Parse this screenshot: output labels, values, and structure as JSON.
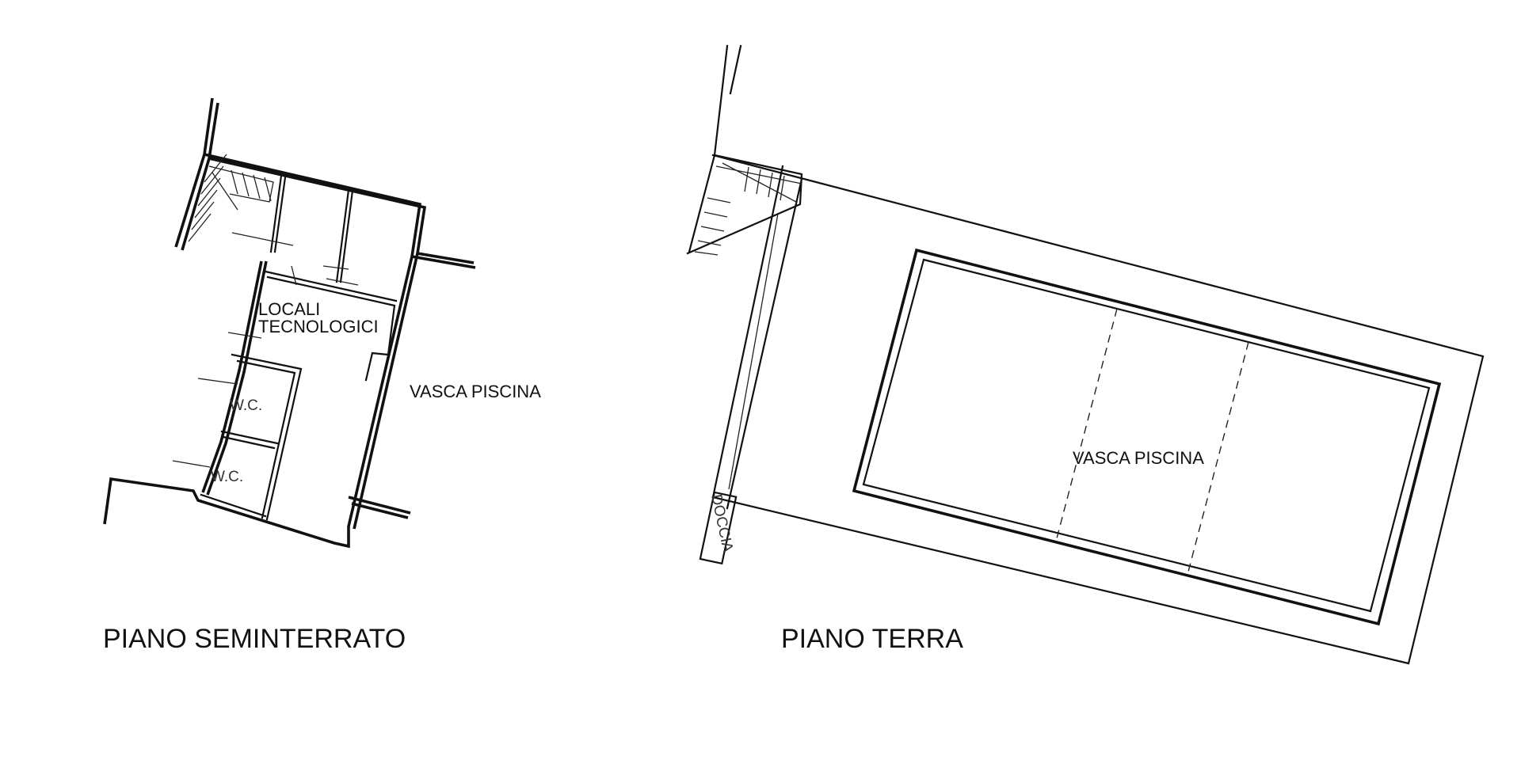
{
  "left_plan": {
    "title": "PIANO SEMINTERRATO",
    "room_tech_line1": "LOCALI",
    "room_tech_line2": "TECNOLOGICI",
    "room_wc_1": "W.C.",
    "room_wc_2": "W.C.",
    "pool_label": "VASCA PISCINA"
  },
  "right_plan": {
    "title": "PIANO TERRA",
    "pool_label": "VASCA PISCINA",
    "shower_label": "DOCCIA"
  }
}
